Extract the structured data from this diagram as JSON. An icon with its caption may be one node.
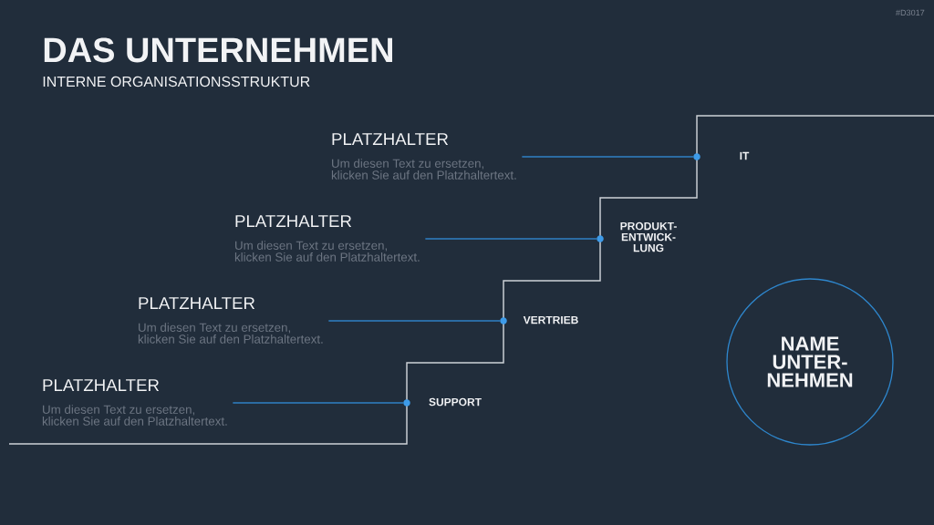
{
  "diagram": {
    "title": "DAS UNTERNEHMEN",
    "nodes": [
      {
        "text": [
          "PLATZHALTER",
          "Um diesen Text zu ersetzen, klicken Sie auf den Platzhaltertext."
        ]
      },
      {
        "text": [
          "PLATZHALTER",
          "Um diesen Text zu ersetzen, klicken Sie auf den Platzhaltertext."
        ]
      },
      {
        "text": [
          "PLATZHALTER",
          "Um diesen Text zu ersetzen, klicken Sie auf den Platzhaltertext."
        ]
      },
      {
        "text": [
          "PLATZHALTER",
          "Um diesen Text zu ersetzen, klicken Sie auf den Platzhaltertext."
        ]
      },
      {
        "text": [],
        "shape": "circle",
        "beside": [
          "IT"
        ]
      },
      {
        "text": [],
        "shape": "circle",
        "beside": [
          "PRODUKT- ENTWICK- LUNG"
        ]
      },
      {
        "text": [],
        "shape": "circle",
        "beside": [
          "VERTRIEB"
        ]
      },
      {
        "text": [],
        "shape": "circle",
        "beside": [
          "SUPPORT"
        ]
      },
      {
        "text": [
          "NAME UNTER- NEHMEN"
        ]
      }
    ],
    "edges": [
      {
        "from": 0,
        "to": 4,
        "arrow": "none"
      },
      {
        "from": 1,
        "to": 5,
        "arrow": "none"
      },
      {
        "from": 2,
        "to": 6,
        "arrow": "none"
      },
      {
        "from": 3,
        "to": 7,
        "arrow": "none"
      }
    ],
    "labels": [
      "#D3017",
      "INTERNE ORGANISATIONSSTRUKTUR"
    ]
  }
}
